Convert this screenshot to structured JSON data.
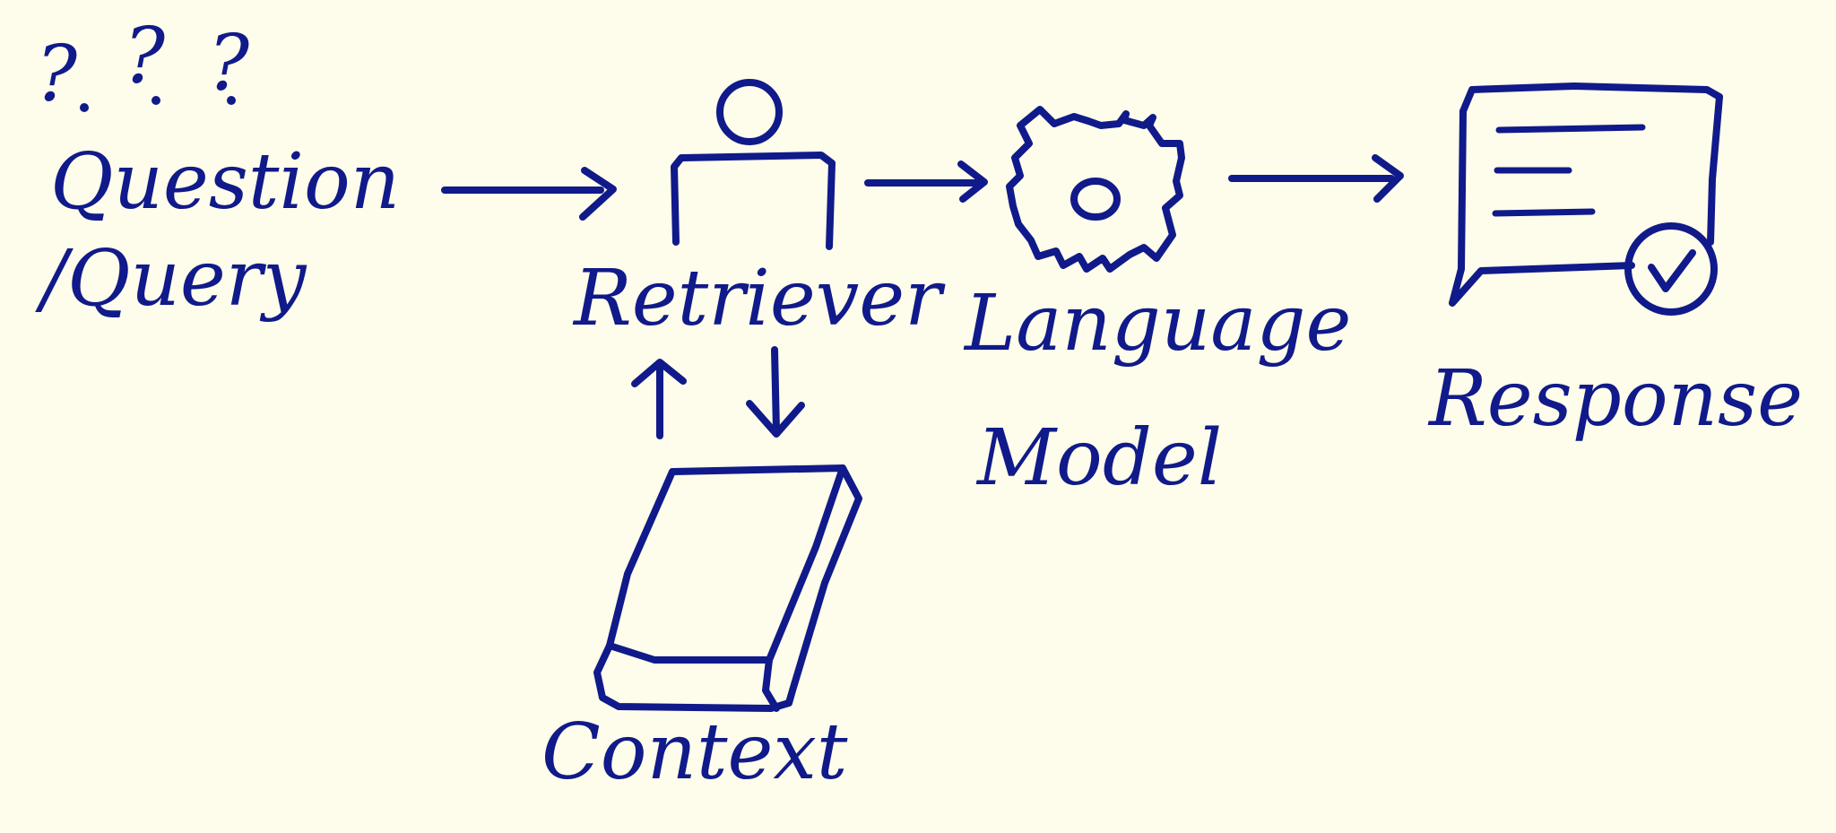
{
  "diagram": {
    "question_marks": [
      "?",
      "?",
      "?"
    ],
    "nodes": {
      "question": {
        "line1": "Question",
        "line2": "/Query"
      },
      "retriever": {
        "label": "Retriever"
      },
      "language_model": {
        "line1": "Language",
        "line2": "Model"
      },
      "response": {
        "label": "Response"
      },
      "context": {
        "label": "Context"
      }
    },
    "icons": {
      "retriever": "person-at-desk-icon",
      "language_model": "gear-icon",
      "response": "document-check-icon",
      "context": "book-icon"
    },
    "colors": {
      "ink": "#101a8a",
      "background": "#fefcea"
    }
  }
}
